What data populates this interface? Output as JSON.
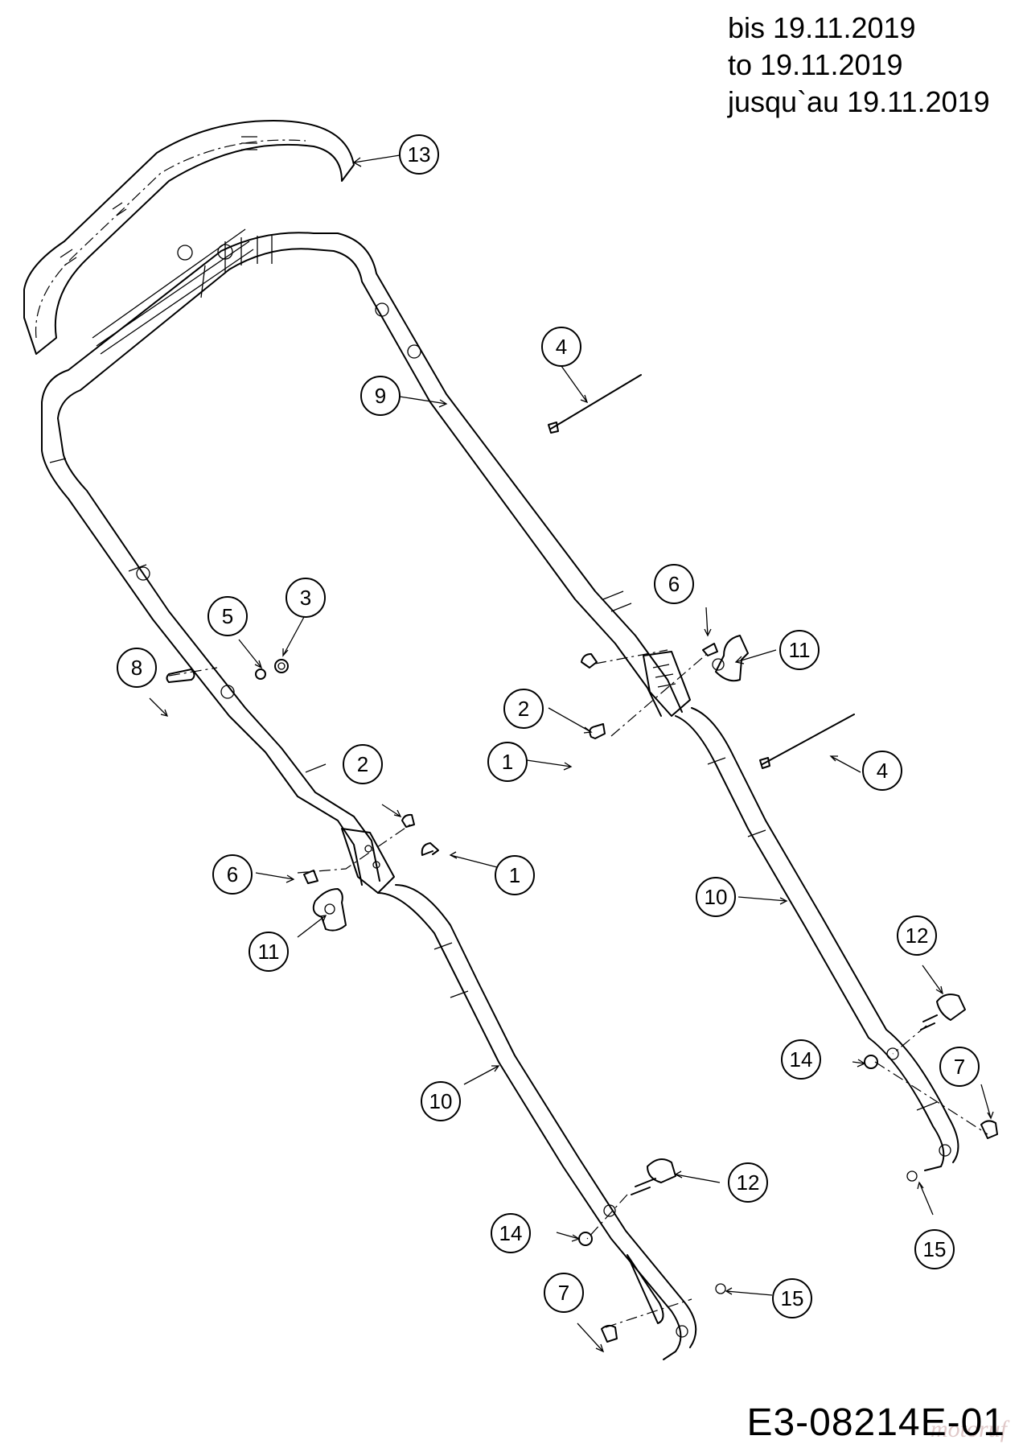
{
  "header": {
    "date_lines": [
      "bis 19.11.2019",
      "to 19.11.2019",
      "jusqu`au 19.11.2019"
    ]
  },
  "footer": {
    "drawing_code": "E3-08214E-01",
    "watermark": "motoruf"
  },
  "callouts": [
    {
      "id": "callout-13a",
      "label": "13"
    },
    {
      "id": "callout-4a",
      "label": "4"
    },
    {
      "id": "callout-9",
      "label": "9"
    },
    {
      "id": "callout-3",
      "label": "3"
    },
    {
      "id": "callout-5",
      "label": "5"
    },
    {
      "id": "callout-8",
      "label": "8"
    },
    {
      "id": "callout-6a",
      "label": "6"
    },
    {
      "id": "callout-11a",
      "label": "11"
    },
    {
      "id": "callout-2a",
      "label": "2"
    },
    {
      "id": "callout-1a",
      "label": "1"
    },
    {
      "id": "callout-4b",
      "label": "4"
    },
    {
      "id": "callout-2b",
      "label": "2"
    },
    {
      "id": "callout-1b",
      "label": "1"
    },
    {
      "id": "callout-6b",
      "label": "6"
    },
    {
      "id": "callout-11b",
      "label": "11"
    },
    {
      "id": "callout-10a",
      "label": "10"
    },
    {
      "id": "callout-12a",
      "label": "12"
    },
    {
      "id": "callout-14a",
      "label": "14"
    },
    {
      "id": "callout-7a",
      "label": "7"
    },
    {
      "id": "callout-15a",
      "label": "15"
    },
    {
      "id": "callout-10b",
      "label": "10"
    },
    {
      "id": "callout-12b",
      "label": "12"
    },
    {
      "id": "callout-14b",
      "label": "14"
    },
    {
      "id": "callout-7b",
      "label": "7"
    },
    {
      "id": "callout-15b",
      "label": "15"
    }
  ]
}
